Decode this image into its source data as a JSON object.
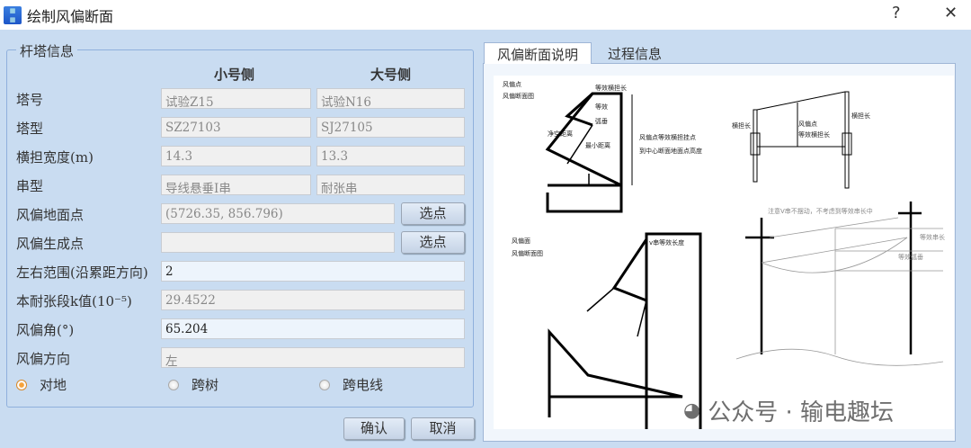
{
  "window": {
    "title": "绘制风偏断面",
    "help": "?",
    "close": "✕"
  },
  "group": {
    "title": "杆塔信息",
    "col_small": "小号侧",
    "col_large": "大号侧"
  },
  "rows": {
    "tower_no": {
      "label": "塔号",
      "small": "试验Z15",
      "large": "试验N16"
    },
    "tower_type": {
      "label": "塔型",
      "small": "SZ27103",
      "large": "SJ27105"
    },
    "arm_width": {
      "label": "横担宽度(m)",
      "small": "14.3",
      "large": "13.3"
    },
    "string_type": {
      "label": "串型",
      "small": "导线悬垂I串",
      "large": "耐张串"
    }
  },
  "ground_point": {
    "label": "风偏地面点",
    "value": "(5726.35, 856.796)",
    "button": "选点"
  },
  "gen_point": {
    "label": "风偏生成点",
    "value": "",
    "button": "选点"
  },
  "range": {
    "label": "左右范围(沿累距方向)",
    "value": "2"
  },
  "k_value": {
    "label": "本耐张段k值(10⁻⁵)",
    "value": "29.4522"
  },
  "angle": {
    "label": "风偏角(°)",
    "value": "65.204"
  },
  "direction": {
    "label": "风偏方向",
    "value": "左"
  },
  "radios": [
    {
      "label": "对地",
      "checked": true
    },
    {
      "label": "跨树",
      "checked": false
    },
    {
      "label": "跨电线",
      "checked": false
    }
  ],
  "buttons": {
    "ok": "确认",
    "cancel": "取消"
  },
  "tabs": [
    {
      "label": "风偏断面说明",
      "active": true
    },
    {
      "label": "过程信息",
      "active": false
    }
  ],
  "diagram": {
    "a1": "风偏点",
    "a2": "风偏断面图",
    "a3": "等效横担长",
    "a4": "等效",
    "a5": "弧垂",
    "a6": "净空距离",
    "a7": "最小距离",
    "a8": "风偏点等效横担挂点",
    "a9": "到中心断面地面点高度",
    "b1": "横担长",
    "b2": "横担长",
    "b3": "风偏点",
    "b4": "等效横担长",
    "c1": "风偏面",
    "c2": "风偏断面图",
    "c3": "v串等效长度",
    "d1": "注意V串不摆动，不考虑到等效串长中",
    "d2": "等效串长",
    "d3": "等效弧垂"
  },
  "watermark": "公众号 · 输电趣坛"
}
